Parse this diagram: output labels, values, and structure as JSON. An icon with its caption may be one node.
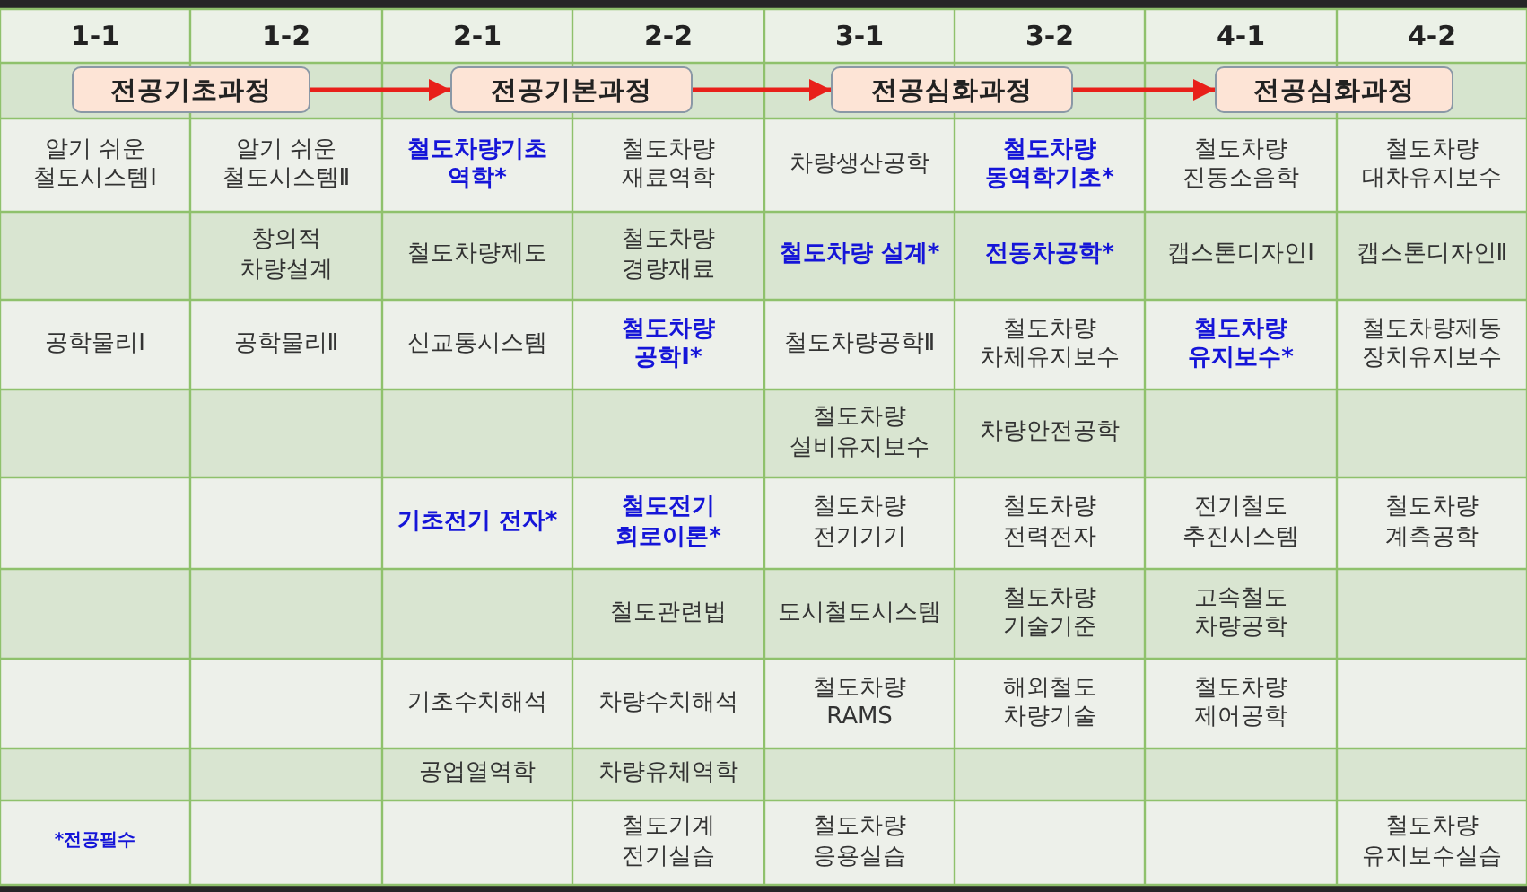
{
  "diagram": {
    "nodes": [
      {
        "text": [
          "전공기초과정"
        ]
      },
      {
        "text": [
          "전공기본과정"
        ]
      },
      {
        "text": [
          "전공심화과정"
        ]
      },
      {
        "text": [
          "전공심화과정"
        ]
      }
    ],
    "edges": [
      {
        "from": 0,
        "to": 1,
        "arrow": "to",
        "color": "#e8201a"
      },
      {
        "from": 1,
        "to": 2,
        "arrow": "to",
        "color": "#e8201a"
      },
      {
        "from": 2,
        "to": 3,
        "arrow": "to",
        "color": "#e8201a"
      }
    ],
    "labels": [
      "1-1",
      "1-2",
      "2-1",
      "2-2",
      "3-1",
      "3-2",
      "4-1",
      "4-2",
      "알기 쉬운 철도시스템Ⅰ",
      "알기 쉬운 철도시스템Ⅱ",
      "철도차량기초 역학*",
      "철도차량 재료역학",
      "차량생산공학",
      "철도차량 동역학기초*",
      "철도차량 진동소음학",
      "철도차량 대차유지보수",
      "창의적 차량설계",
      "철도차량제도",
      "철도차량 경량재료",
      "철도차량 설계*",
      "전동차공학*",
      "캡스톤디자인Ⅰ",
      "캡스톤디자인Ⅱ",
      "공학물리Ⅰ",
      "공학물리Ⅱ",
      "신교통시스템",
      "철도차량 공학Ⅰ*",
      "철도차량공학Ⅱ",
      "철도차량 차체유지보수",
      "철도차량 유지보수*",
      "철도차량제동 장치유지보수",
      "철도차량 설비유지보수",
      "차량안전공학",
      "기초전기 전자*",
      "철도전기 회로이론*",
      "철도차량 전기기기",
      "철도차량 전력전자",
      "전기철도 추진시스템",
      "철도차량 계측공학",
      "철도관련법",
      "도시철도시스템",
      "철도차량 기술기준",
      "고속철도 차량공학",
      "기초수치해석",
      "차량수치해석",
      "철도차량 RAMS",
      "해외철도 차량기술",
      "철도차량 제어공학",
      "공업열역학",
      "차량유체역학",
      "*전공필수",
      "철도기계 전기실습",
      "철도차량 응용실습",
      "철도차량 유지보수실습"
    ]
  }
}
